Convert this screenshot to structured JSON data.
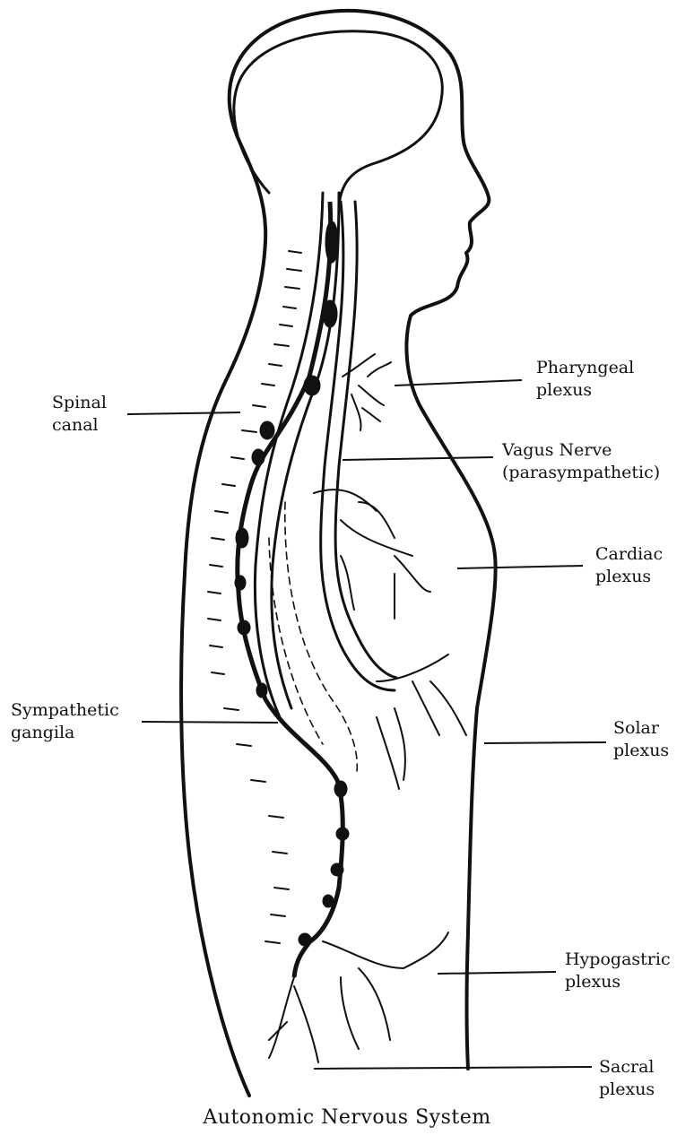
{
  "labels": {
    "spinal_canal": [
      "Spinal",
      "canal"
    ],
    "pharyngeal_plexus": [
      "Pharyngeal",
      "plexus"
    ],
    "vagus_nerve": [
      "Vagus Nerve",
      "(parasympathetic)"
    ],
    "cardiac_plexus": [
      "Cardiac",
      "plexus"
    ],
    "sympathetic_ganglia": [
      "Sympathetic",
      "gangila"
    ],
    "solar_plexus": [
      "Solar",
      "plexus"
    ],
    "hypogastric_plexus": [
      "Hypogastric",
      "plexus"
    ],
    "sacral_plexus": [
      "Sacral",
      "plexus"
    ]
  },
  "caption": "Autonomic Nervous System",
  "colors": {
    "ink": "#111111",
    "background": "#ffffff"
  }
}
